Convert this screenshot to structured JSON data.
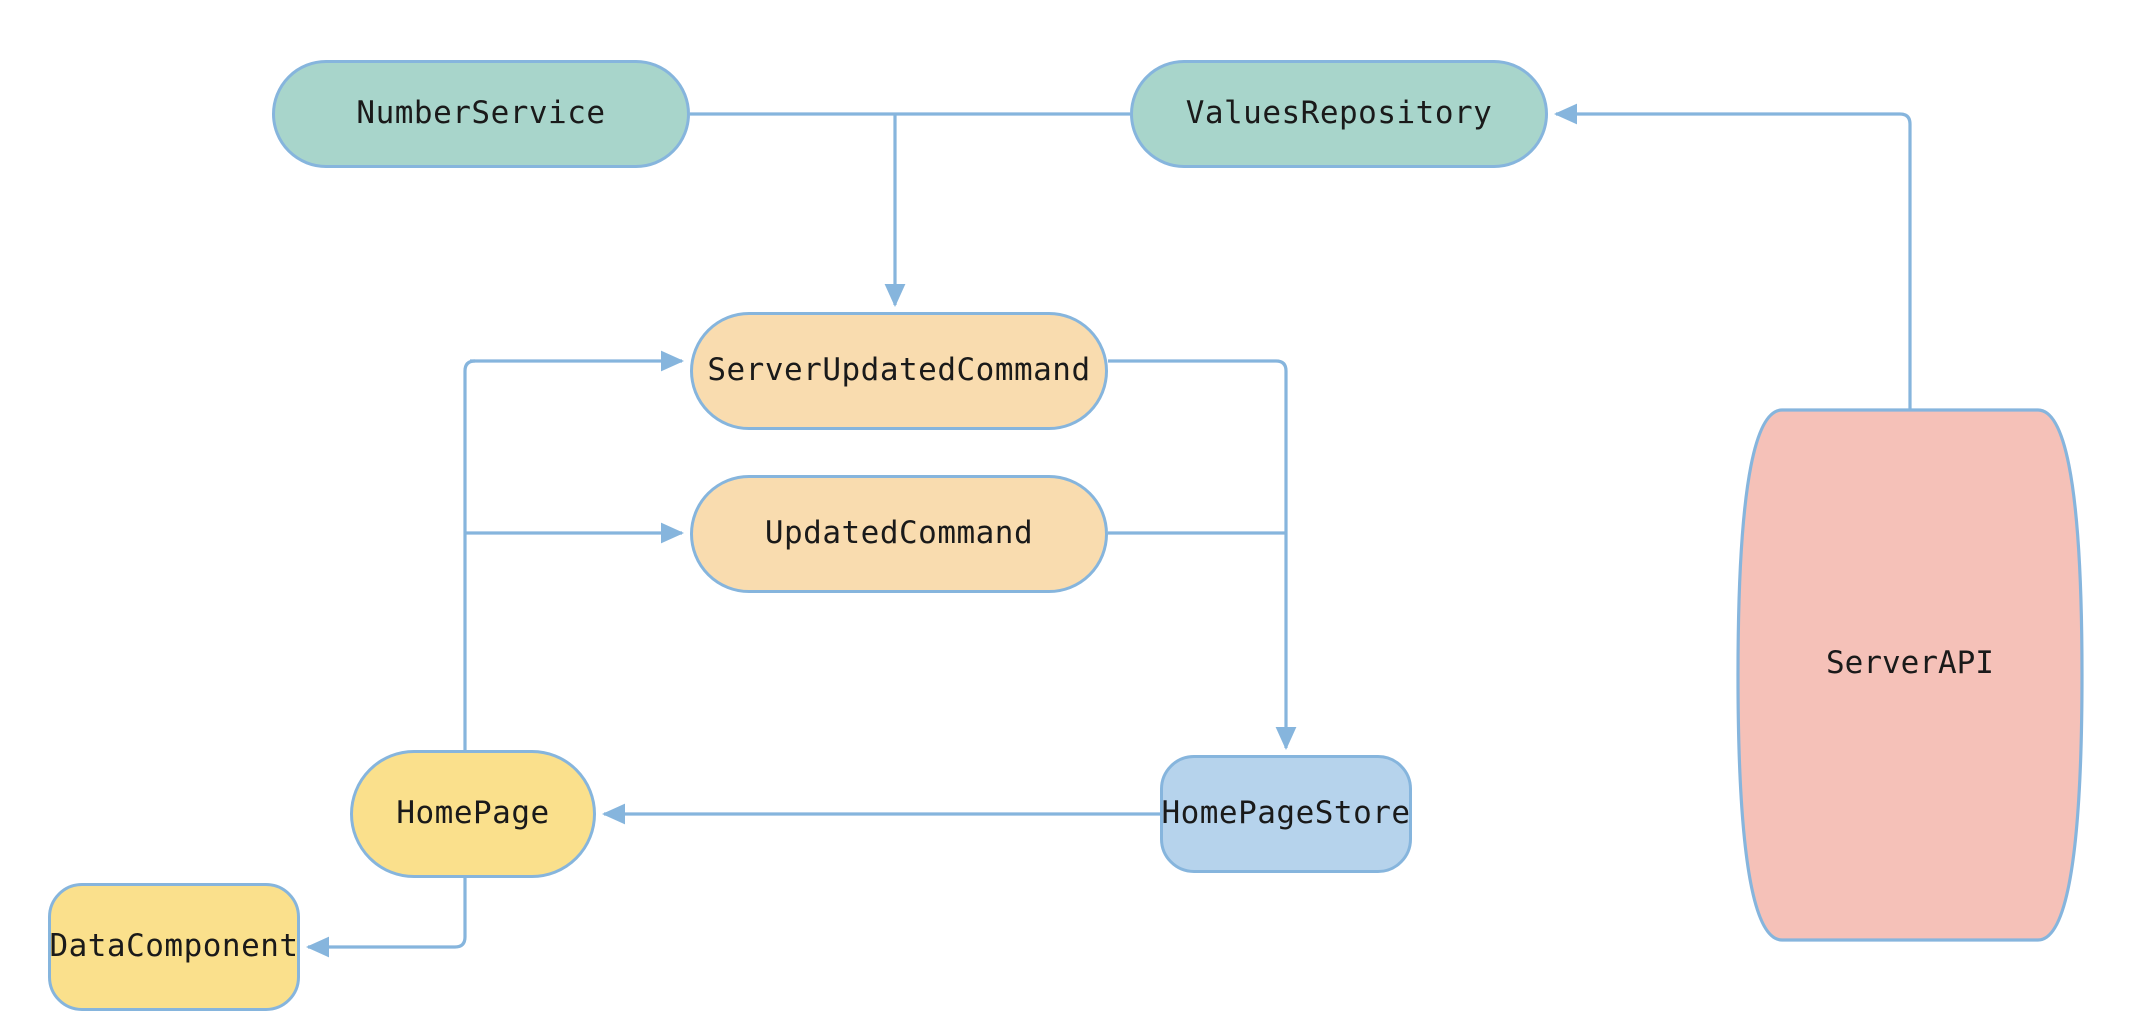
{
  "diagram": {
    "type": "flowchart",
    "orientation": "left-to-right",
    "background_color": "#ffffff",
    "edge_color": "#86b5dd",
    "node_border_color": "#86b5dd",
    "nodes": [
      {
        "id": "numberservice",
        "label": "NumberService",
        "shape": "stadium",
        "fill": "#a8d5cb"
      },
      {
        "id": "valuesrepository",
        "label": "ValuesRepository",
        "shape": "stadium",
        "fill": "#a8d5cb"
      },
      {
        "id": "serverupdatedcommand",
        "label": "ServerUpdatedCommand",
        "shape": "stadium",
        "fill": "#f9dcaf"
      },
      {
        "id": "updatedcommand",
        "label": "UpdatedCommand",
        "shape": "stadium",
        "fill": "#f9dcaf"
      },
      {
        "id": "homepage",
        "label": "HomePage",
        "shape": "stadium",
        "fill": "#fae08c"
      },
      {
        "id": "homepagestore",
        "label": "HomePageStore",
        "shape": "rounded-rect",
        "fill": "#b6d3ec"
      },
      {
        "id": "datacomponent",
        "label": "DataComponent",
        "shape": "rounded-rect",
        "fill": "#fae08c"
      },
      {
        "id": "serverapi",
        "label": "ServerAPI",
        "shape": "cylinder",
        "fill": "#f5c1b8"
      }
    ],
    "edges": [
      {
        "id": "edge-numberservice-serverupdatedcommand",
        "from": "NumberService",
        "to": "ServerUpdatedCommand",
        "arrow": "triangle"
      },
      {
        "id": "edge-serverapi-valuesrepository",
        "from": "ServerAPI",
        "to": "ValuesRepository",
        "arrow": "triangle"
      },
      {
        "id": "edge-homepage-serverupdatedcommand",
        "from": "HomePage",
        "to": "ServerUpdatedCommand",
        "arrow": "triangle"
      },
      {
        "id": "edge-homepage-updatedcommand",
        "from": "HomePage",
        "to": "UpdatedCommand",
        "arrow": "triangle"
      },
      {
        "id": "edge-serverupdatedcommand-homepagestore",
        "from": "ServerUpdatedCommand",
        "to": "HomePageStore",
        "arrow": "triangle"
      },
      {
        "id": "edge-updatedcommand-homepagestore",
        "from": "UpdatedCommand",
        "to": "HomePageStore",
        "arrow": "triangle"
      },
      {
        "id": "edge-homepagestore-homepage",
        "from": "HomePageStore",
        "to": "HomePage",
        "arrow": "triangle"
      },
      {
        "id": "edge-homepage-datacomponent",
        "from": "HomePage",
        "to": "DataComponent",
        "arrow": "triangle"
      }
    ]
  }
}
